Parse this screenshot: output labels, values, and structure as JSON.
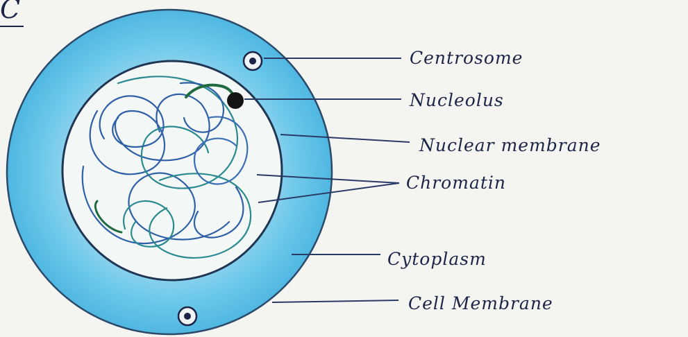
{
  "corner_mark": "C",
  "labels": {
    "centrosome": "Centrosome",
    "nucleolus": "Nucleolus",
    "nuclear_membrane": "Nuclear membrane",
    "chromatin": "Chromatin",
    "cytoplasm": "Cytoplasm",
    "cell_membrane": "Cell Membrane"
  },
  "colors": {
    "cytoplasm": "#5ec3e6",
    "nucleoplasm": "#f3f8f7",
    "membrane_line": "#2b4a6a",
    "chromatin_blue": "#2f5fa6",
    "chromatin_teal": "#2a8a8f",
    "chromatin_green": "#1f6a3e",
    "ink": "#1c2448"
  },
  "icons": [
    "centrosome-dot",
    "nucleolus-dot"
  ]
}
